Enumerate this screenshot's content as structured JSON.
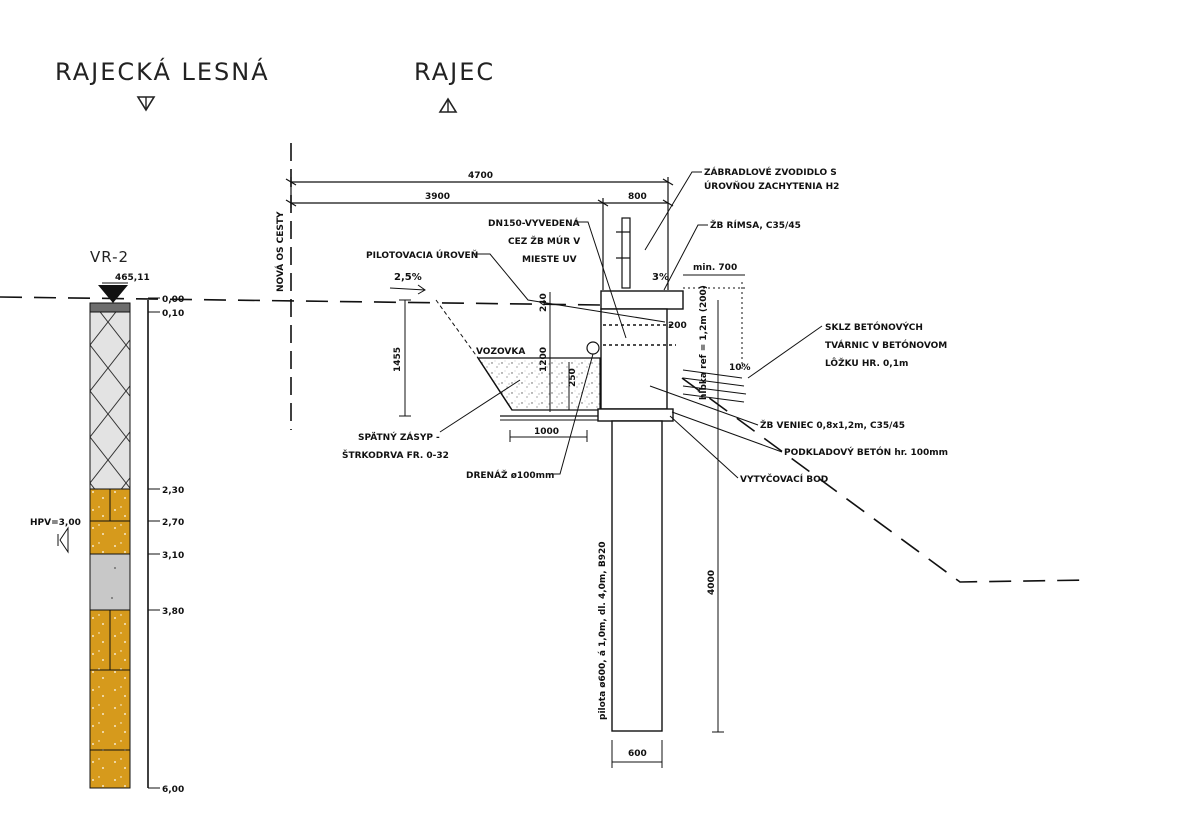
{
  "headings": {
    "left": "RAJECKÁ LESNÁ",
    "right": "RAJEC"
  },
  "borehole": {
    "name": "VR-2",
    "elevation": "465,11",
    "groundwater": "HPV=3,00",
    "depths": [
      "0,00",
      "0,10",
      "2,30",
      "2,70",
      "3,10",
      "3,80",
      "6,00"
    ],
    "layer_colors": {
      "surface": "#6d6d6d",
      "fill": "#e3e3e3",
      "sand": "#d69a1c",
      "clay": "#c8c8c8"
    }
  },
  "axis_label": "NOVÁ OS CESTY",
  "dimensions": {
    "total_width": "4700",
    "road_width": "3900",
    "cap_width": "800",
    "fence_offset": "min. 700",
    "slope_road": "2,5%",
    "slope_cap": "3%",
    "slope_wall": "10%",
    "depth_1455": "1455",
    "depth_240": "240",
    "depth_1200": "1200",
    "depth_250": "250",
    "depth_200": "200",
    "base_1000": "1000",
    "pile_4000": "4000",
    "pile_600": "600",
    "wall_height": "hĺbka ref = 1,2m (200)"
  },
  "labels": {
    "railing": [
      "ZÁBRADLOVÉ ZVODIDLO S",
      "ÚROVŇOU ZACHYTENIA H2"
    ],
    "drain_outlet": [
      "DN150-VYVEDENÁ",
      "CEZ ŽB MÚR V",
      "MIESTE UV"
    ],
    "cornice": "ŽB RÍMSA, C35/45",
    "piling_level": "PILOTOVACIA ÚROVEŇ",
    "road": "VOZOVKA",
    "backfill": [
      "SPÄTNÝ ZÁSYP -",
      "ŠTRKODRVA FR. 0-32"
    ],
    "drainage": "DRENÁŽ ø100mm",
    "block_wall": [
      "SKLZ BETÓNOVÝCH",
      "TVÁRNIC V BETÓNOVOM",
      "LÔŽKU HR. 0,1m"
    ],
    "ring_beam": "ŽB VENIEC 0,8x1,2m, C35/45",
    "blinding": "PODKLADOVÝ BETÓN hr. 100mm",
    "setout_point": "VYTYČOVACÍ BOD",
    "pile": "pilota ø600, á 1,0m, dl. 4,0m, B920"
  }
}
